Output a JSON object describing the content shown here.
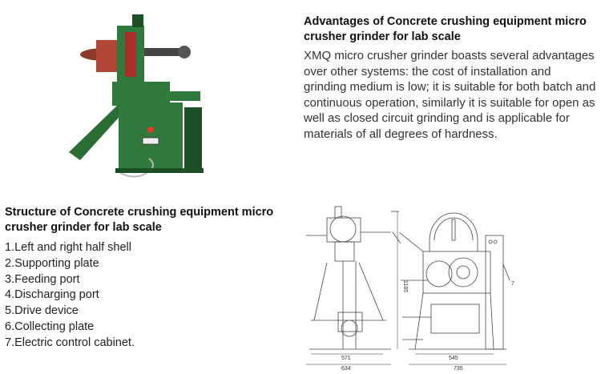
{
  "advantages": {
    "title": "Advantages of Concrete crushing equipment micro crusher grinder for lab scale",
    "body": "XMQ micro crusher grinder boasts several advantages over other systems: the cost of installation and grinding medium is low; it is suitable for both batch and continuous operation, similarly it is suitable for open as well as closed circuit grinding and is applicable for materials of all degrees of hardness."
  },
  "structure": {
    "title": "Structure of Concrete crushing equipment micro crusher grinder for lab scale",
    "items": [
      "1.Left and right half shell",
      "2.Supporting plate",
      "3.Feeding port",
      "4.Discharging port",
      "5.Drive device",
      "6.Collecting plate",
      "7.Electric control cabinet."
    ]
  },
  "drawing": {
    "dim_height": "1185",
    "dim_left_inner": "571",
    "dim_left_outer": "634",
    "dim_right_inner": "545",
    "dim_right_outer": "735",
    "callout_7": "7"
  },
  "colors": {
    "machine_green": "#2f7a3c",
    "machine_dark": "#1d4f27",
    "motor_red": "#a8322b"
  },
  "icons": {
    "photo": "crusher-photo",
    "drawing": "technical-drawing"
  }
}
